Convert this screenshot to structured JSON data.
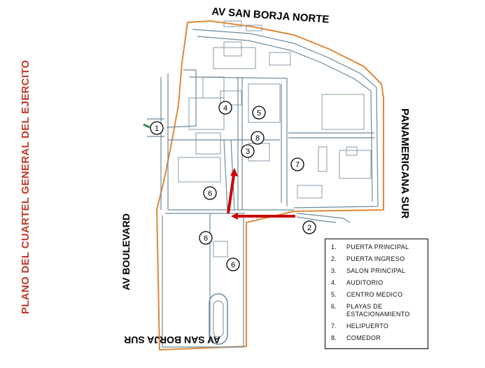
{
  "title": "PLANO DEL CUARTEL GENERAL DEL EJERCITO",
  "streets": {
    "north": "AV SAN BORJA NORTE",
    "south": "AV SAN BORJA SUR",
    "east": "PANAMERICANA SUR",
    "west": "AV BOULEVARD"
  },
  "markers": [
    {
      "id": "m1",
      "label": "1"
    },
    {
      "id": "m2",
      "label": "2"
    },
    {
      "id": "m3",
      "label": "3"
    },
    {
      "id": "m4",
      "label": "4"
    },
    {
      "id": "m5",
      "label": "5"
    },
    {
      "id": "m6a",
      "label": "6"
    },
    {
      "id": "m6b",
      "label": "6"
    },
    {
      "id": "m6c",
      "label": "6"
    },
    {
      "id": "m7",
      "label": "7"
    },
    {
      "id": "m8",
      "label": "8"
    }
  ],
  "legend": [
    {
      "num": "1.",
      "text": "PUERTA PRINCIPAL"
    },
    {
      "num": "2.",
      "text": "PUERTA INGRESO"
    },
    {
      "num": "3.",
      "text": "SALON PRINCIPAL"
    },
    {
      "num": "4.",
      "text": "AUDITORIO"
    },
    {
      "num": "5.",
      "text": "CENTRO MEDICO"
    },
    {
      "num": "6.",
      "text": "PLAYAS DE ESTACIONAMIENTO"
    },
    {
      "num": "7.",
      "text": "HELIPUERTO"
    },
    {
      "num": "8.",
      "text": "COMEDOR"
    }
  ],
  "colors": {
    "perimeter": "#e0893a",
    "roads": "#6e8a9e",
    "route": "#cc0000",
    "title": "#c0392b"
  }
}
